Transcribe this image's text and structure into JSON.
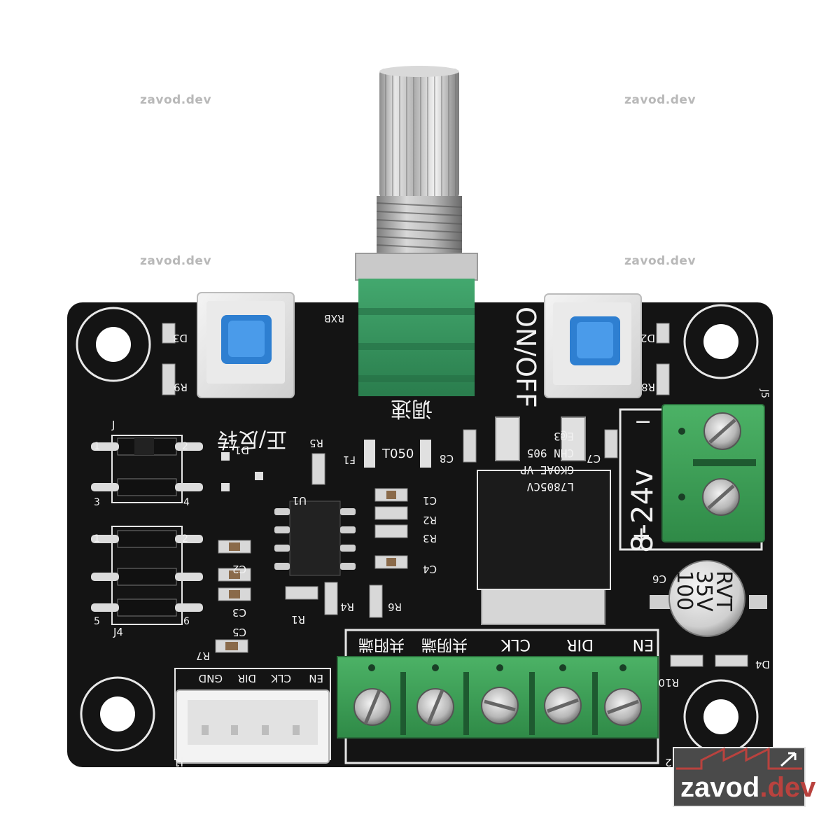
{
  "watermark": "zavod.dev",
  "logo": {
    "brand": "zavod",
    "suffix": ".dev",
    "accent_color": "#b9423e"
  },
  "board": {
    "color": "#141414",
    "silk_on_off": "ON/OFF",
    "silk_direction_cn": "正/反转",
    "silk_speed_cn": "调速",
    "silk_voltage": "8-24v",
    "silk_pot": "RXB",
    "fuse_label": "T050",
    "terminal_labels": [
      "共阳端",
      "共阴端",
      "CLK",
      "DIR",
      "EN"
    ],
    "jst_labels": [
      "GND",
      "DIR",
      "CLK",
      "EN"
    ],
    "capacitor": {
      "line1": "RVT",
      "line2": "35V",
      "line3": "100"
    },
    "ic_regulator_text": [
      "L7805CV",
      "GK0AE VP",
      "CHN 905",
      "E@3"
    ],
    "designators": {
      "D1": "D1",
      "D2": "D2",
      "D3": "D3",
      "D4": "D4",
      "R1": "R1",
      "R2": "R2",
      "R3": "R3",
      "R4": "R4",
      "R5": "R5",
      "R6": "R6",
      "R7": "R7",
      "R8": "R8",
      "R9": "R9",
      "R10": "R10",
      "C1": "C1",
      "C2": "C2",
      "C3": "C3",
      "C4": "C4",
      "C5": "C5",
      "C6": "C6",
      "C7": "C7",
      "C8": "C8",
      "F1": "F1",
      "U1": "U1",
      "J": "J",
      "J1": "J1",
      "J2": "J2",
      "J4": "J4",
      "J5": "J5"
    }
  }
}
